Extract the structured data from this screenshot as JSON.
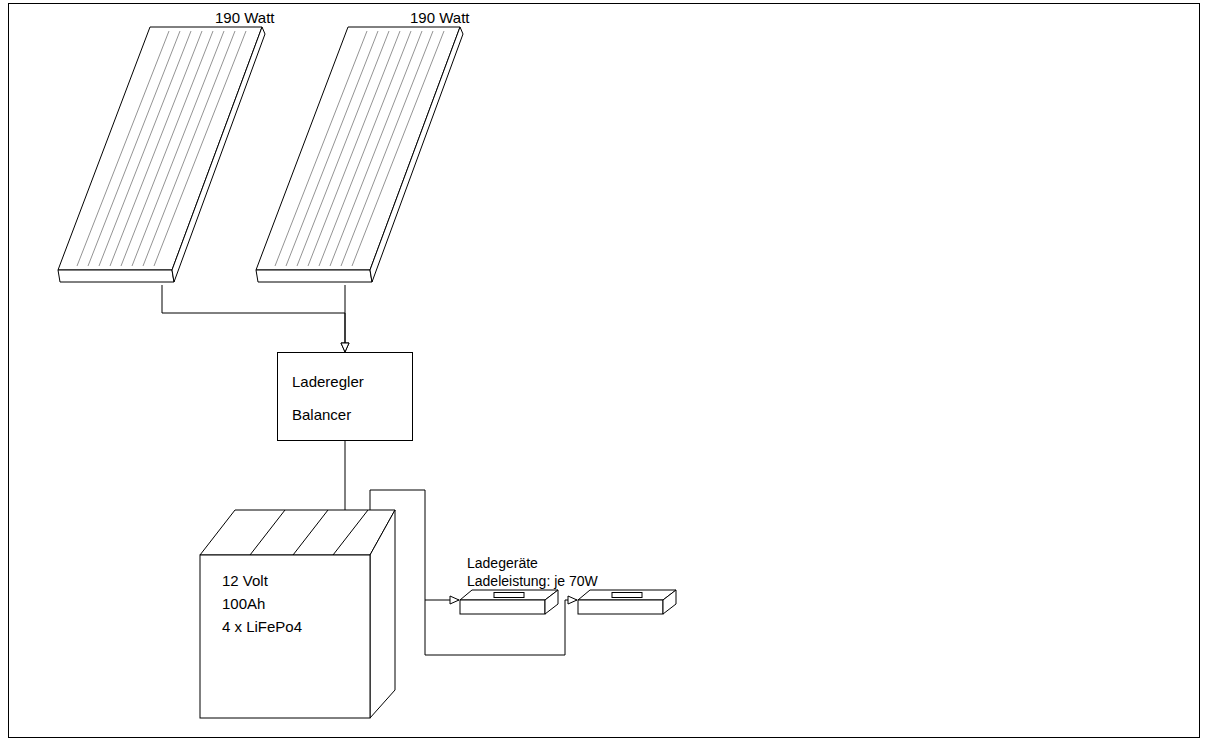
{
  "diagram": {
    "nodes": [
      {
        "text": [
          "190 Watt"
        ]
      },
      {
        "text": [
          "190 Watt"
        ]
      },
      {
        "text": [
          "Laderegler Balancer"
        ]
      },
      {
        "text": [
          "12 Volt",
          "100Ah",
          "4 x LiFePo4"
        ]
      },
      {
        "text": [
          "Ladegeräte",
          "Ladeleistung: je 70W"
        ]
      }
    ],
    "edges": [
      {
        "from": 0,
        "to": 2,
        "arrow": "to"
      },
      {
        "from": 1,
        "to": 2,
        "arrow": "to"
      },
      {
        "from": 2,
        "to": 3,
        "arrow": "to"
      },
      {
        "from": 3,
        "to": 4,
        "arrow": "to"
      }
    ]
  }
}
